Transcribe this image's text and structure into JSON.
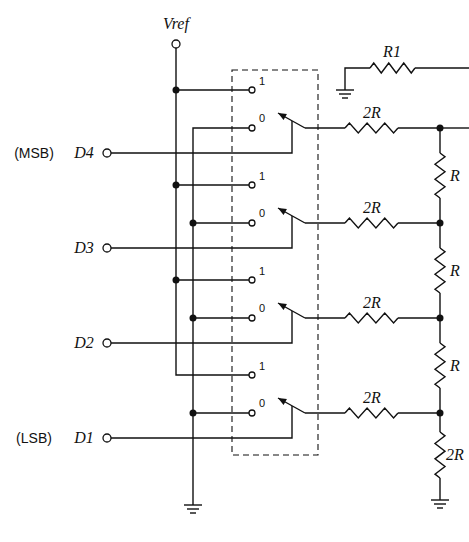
{
  "diagram": {
    "labels": [
      "Vref",
      "R1",
      "(MSB)",
      "D4",
      "1",
      "0",
      "2R",
      "D3",
      "1",
      "0",
      "2R",
      "R",
      "D2",
      "1",
      "0",
      "2R",
      "R",
      "(LSB)",
      "D1",
      "1",
      "0",
      "2R",
      "R",
      "2R"
    ]
  }
}
